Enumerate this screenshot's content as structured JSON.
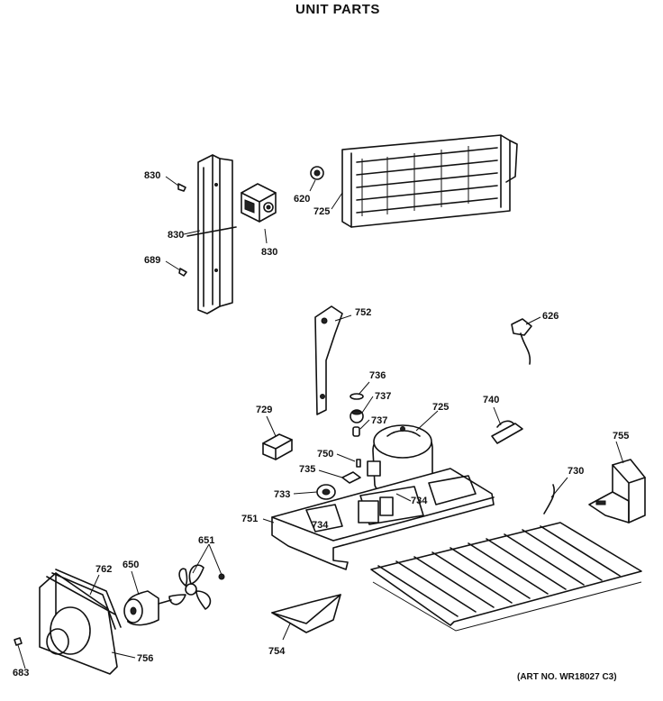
{
  "header": {
    "title": "UNIT PARTS"
  },
  "footer": {
    "art_no": "(ART NO. WR18027 C3)"
  },
  "callouts": {
    "c830a": "830",
    "c830b": "830",
    "c830c": "830",
    "c689": "689",
    "c620": "620",
    "c725a": "725",
    "c752": "752",
    "c626": "626",
    "c736": "736",
    "c737a": "737",
    "c737b": "737",
    "c729": "729",
    "c725b": "725",
    "c740": "740",
    "c755": "755",
    "c750": "750",
    "c735": "735",
    "c730": "730",
    "c733": "733",
    "c734a": "734",
    "c734b": "734",
    "c751": "751",
    "c651": "651",
    "c762": "762",
    "c650": "650",
    "c754": "754",
    "c756": "756",
    "c683": "683"
  }
}
